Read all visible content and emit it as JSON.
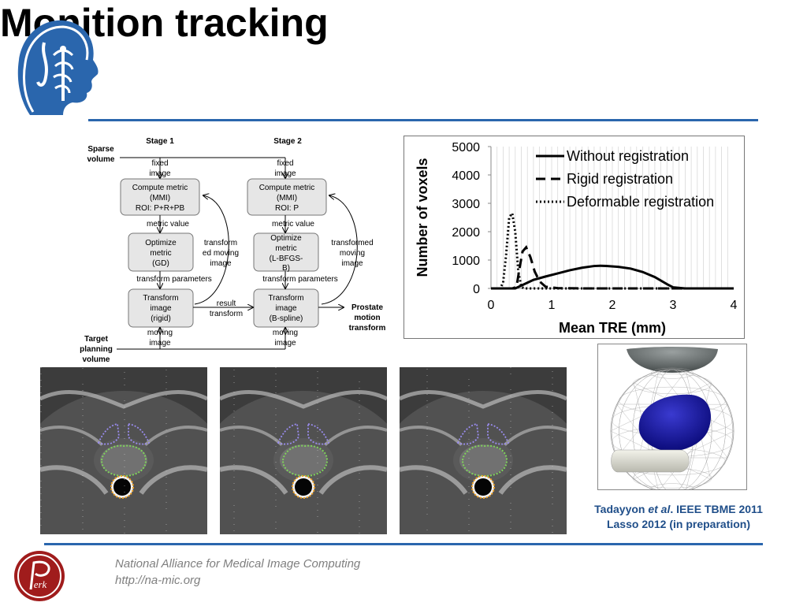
{
  "slide": {
    "title": "Monition tracking"
  },
  "flowchart": {
    "stage1": "Stage 1",
    "stage2": "Stage 2",
    "sparse_volume": [
      "Sparse",
      "volume"
    ],
    "target_volume": [
      "Target",
      "planning",
      "volume"
    ],
    "prostate_transform": [
      "Prostate",
      "motion",
      "transform"
    ],
    "fixed_image": [
      "fixed",
      "image"
    ],
    "moving_image": [
      "moving",
      "image"
    ],
    "box_s1_metric": [
      "Compute metric",
      "(MMI)",
      "ROI: P+R+PB"
    ],
    "box_s2_metric": [
      "Compute metric",
      "(MMI)",
      "ROI: P"
    ],
    "box_s1_opt": [
      "Optimize",
      "metric",
      "(GD)"
    ],
    "box_s2_opt": [
      "Optimize",
      "metric",
      "(L-BFGS-",
      "B)"
    ],
    "box_s1_tx": [
      "Transform",
      "image",
      "(rigid)"
    ],
    "box_s2_tx": [
      "Transform",
      "image",
      "(B-spline)"
    ],
    "metric_value": "metric value",
    "transform_params": "transform parameters",
    "transformed_moving_s1": [
      "transform",
      "ed moving",
      "image"
    ],
    "transformed_moving_s2": [
      "transformed",
      "moving",
      "image"
    ],
    "result_transform": [
      "result",
      "transform"
    ]
  },
  "chart_data": {
    "type": "line",
    "xlabel": "Mean TRE (mm)",
    "ylabel": "Number of voxels",
    "xlim": [
      0,
      4
    ],
    "ylim": [
      0,
      5000
    ],
    "xticks": [
      "0",
      "1",
      "2",
      "3",
      "4"
    ],
    "yticks": [
      "0",
      "1000",
      "2000",
      "3000",
      "4000",
      "5000"
    ],
    "grid": "vertical",
    "legend": "top-right",
    "series": [
      {
        "name": "Without registration",
        "style": "solid",
        "x": [
          0,
          0.4,
          0.5,
          0.7,
          0.9,
          1.1,
          1.3,
          1.5,
          1.7,
          1.8,
          1.9,
          2.1,
          2.3,
          2.5,
          2.7,
          2.9,
          3.0,
          3.2,
          3.5,
          4.0
        ],
        "y": [
          0,
          0,
          100,
          300,
          420,
          530,
          640,
          730,
          790,
          800,
          790,
          760,
          700,
          580,
          400,
          150,
          40,
          0,
          0,
          0
        ]
      },
      {
        "name": "Rigid registration",
        "style": "dashed",
        "x": [
          0,
          0.35,
          0.42,
          0.47,
          0.52,
          0.58,
          0.65,
          0.72,
          0.8,
          0.9,
          1.1,
          1.5,
          2.0,
          3.0,
          4.0
        ],
        "y": [
          0,
          0,
          50,
          700,
          1300,
          1450,
          1100,
          600,
          250,
          60,
          10,
          0,
          0,
          0,
          0
        ]
      },
      {
        "name": "Deformable registration",
        "style": "dotted",
        "x": [
          0,
          0.15,
          0.2,
          0.25,
          0.3,
          0.35,
          0.4,
          0.45,
          0.5,
          0.55,
          0.6,
          1.0,
          4.0
        ],
        "y": [
          0,
          0,
          200,
          1200,
          2500,
          2650,
          2000,
          600,
          50,
          0,
          0,
          0,
          0
        ]
      }
    ]
  },
  "citation": {
    "line1_author": "Tadayyon ",
    "line1_etal": "et al",
    "line1_rest": ". IEEE TBME 2011",
    "line2": "Lasso 2012 (in preparation)"
  },
  "footer": {
    "org": "National Alliance for Medical Image Computing",
    "url": "http://na-mic.org"
  },
  "logo_text": "erk",
  "colors": {
    "accent_blue": "#2a66ad",
    "cite_blue": "#1f4e89",
    "logo_red": "#a01c1c",
    "purple_contour": "#9a8cf0",
    "green_contour": "#7fd35a",
    "orange_contour": "#f0a020"
  }
}
